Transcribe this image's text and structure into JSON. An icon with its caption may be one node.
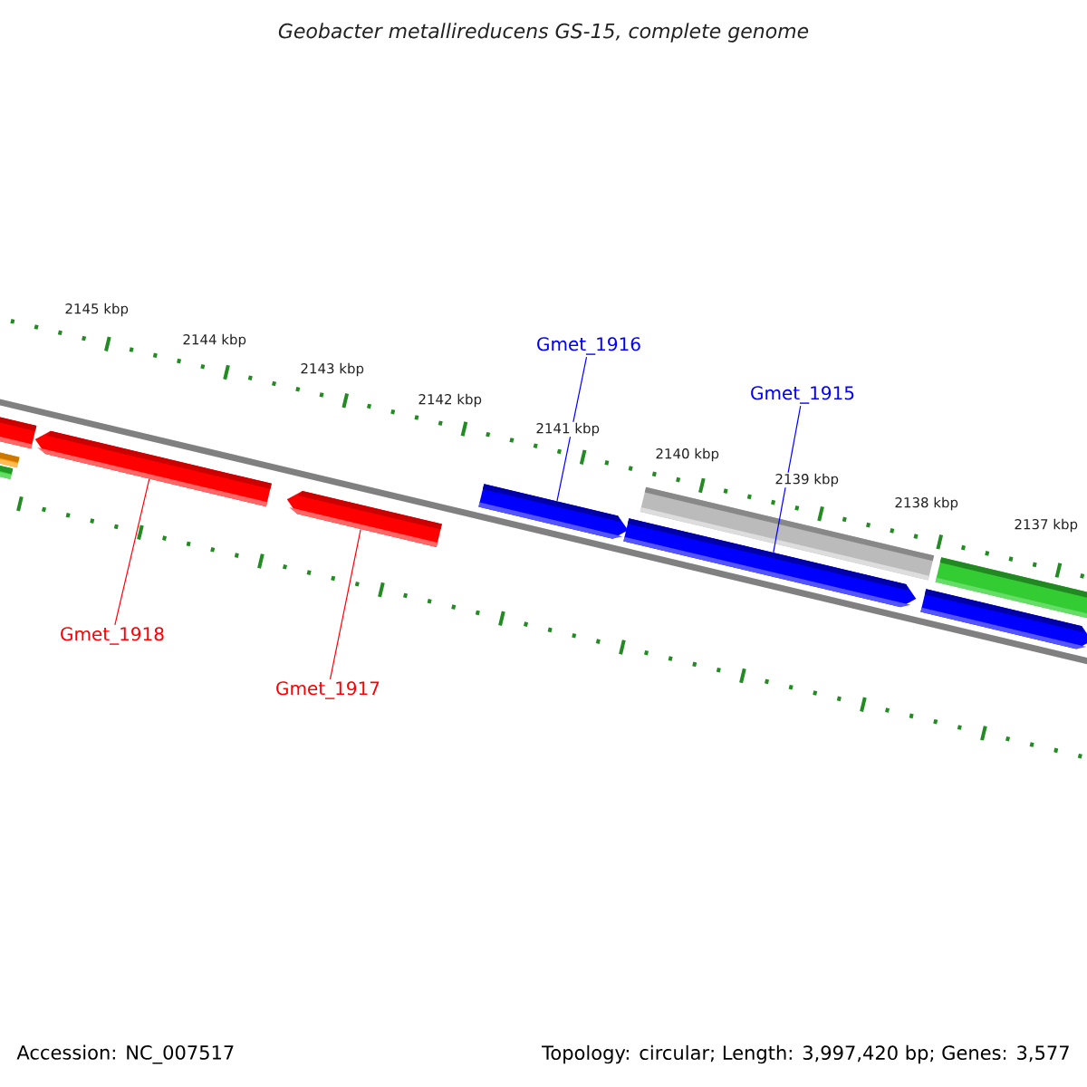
{
  "diagram": {
    "title": "Geobacter metallireducens GS-15, complete genome",
    "nodes": [
      {
        "text": [
          "Gmet_1916"
        ]
      },
      {
        "text": [
          "Gmet_1915"
        ]
      },
      {
        "text": [
          "Gmet_1918"
        ]
      },
      {
        "text": [
          "Gmet_1917"
        ]
      },
      {
        "text": [],
        "shape": "box"
      },
      {
        "text": [],
        "shape": "box"
      },
      {
        "text": [],
        "shape": "box"
      },
      {
        "text": [],
        "shape": "arrow"
      },
      {
        "text": [],
        "shape": "arrow"
      },
      {
        "text": [],
        "shape": "arrow"
      },
      {
        "text": [],
        "shape": "box"
      },
      {
        "text": [],
        "shape": "arrow"
      },
      {
        "text": [],
        "shape": "box"
      },
      {
        "text": [],
        "shape": "arrow"
      }
    ],
    "edges": [
      {
        "from": 0,
        "to": 9,
        "arrow": "none",
        "color": "#0000ff"
      },
      {
        "from": 1,
        "to": 11,
        "arrow": "none",
        "color": "#0000ff"
      },
      {
        "from": 2,
        "to": 7,
        "arrow": "none",
        "color": "#ff0000"
      },
      {
        "from": 3,
        "to": 8,
        "arrow": "none",
        "color": "#ff0000"
      }
    ],
    "labels": [
      "2145 kbp",
      "2144 kbp",
      "2143 kbp",
      "2142 kbp",
      "2141 kbp",
      "2140 kbp",
      "2139 kbp",
      "2138 kbp",
      "2137 kbp",
      "Accession: NC_007517",
      "Topology: circular; Length: 3,997,420 bp; Genes: 3,577"
    ]
  }
}
